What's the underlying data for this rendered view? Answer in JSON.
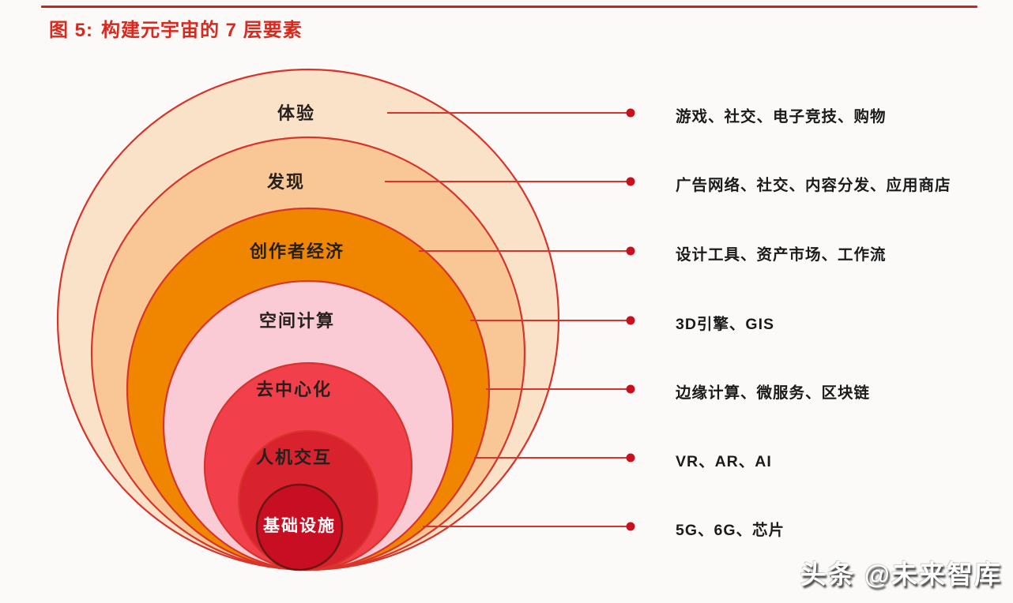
{
  "title": {
    "figure_label": "图 5:",
    "text": "构建元宇宙的 7 层要素"
  },
  "layers": [
    {
      "label": "体验",
      "items": "游戏、社交、电子竞技、购物"
    },
    {
      "label": "发现",
      "items": "广告网络、社交、内容分发、应用商店"
    },
    {
      "label": "创作者经济",
      "items": "设计工具、资产市场、工作流"
    },
    {
      "label": "空间计算",
      "items": "3D引擎、GIS"
    },
    {
      "label": "去中心化",
      "items": "边缘计算、微服务、区块链"
    },
    {
      "label": "人机交互",
      "items": "VR、AR、AI"
    },
    {
      "label": "基础设施",
      "items": "5G、6G、芯片"
    }
  ],
  "watermark": "头条 @未来智库",
  "colors": {
    "ring1": "#fae2c9",
    "ring2": "#f8c795",
    "ring3": "#f08500",
    "ring4": "#facbd5",
    "ring5": "#f13f4b",
    "ring6": "#d8222e",
    "ring7": "#c80e22",
    "outline": "#d7342b",
    "dot": "#c8101e",
    "title": "#d62a1f",
    "label_dark": "#26201d",
    "label_light": "#ffffff"
  }
}
